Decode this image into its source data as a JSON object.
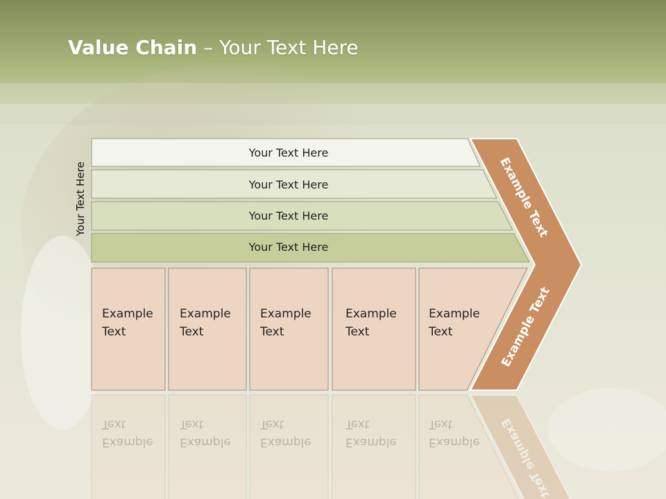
{
  "slide": {
    "title_bold": "Value Chain",
    "title_rest": " – Your Text Here",
    "side_label": "Your Text Here",
    "bars": [
      {
        "label": "Your Text Here",
        "color": "#f3f4ec"
      },
      {
        "label": "Your Text Here",
        "color": "#e6e9d6"
      },
      {
        "label": "Your Text Here",
        "color": "#d8dfbd"
      },
      {
        "label": "Your Text Here",
        "color": "#c6cf9c"
      }
    ],
    "boxes": [
      {
        "line1": "Example",
        "line2": "Text"
      },
      {
        "line1": "Example",
        "line2": "Text"
      },
      {
        "line1": "Example",
        "line2": "Text"
      },
      {
        "line1": "Example",
        "line2": "Text"
      },
      {
        "line1": "Example",
        "line2": "Text"
      }
    ],
    "arrow_top_label": "Example Text",
    "arrow_bottom_label": "Example Text",
    "colors": {
      "header_green": "#98a86a",
      "box_fill": "#ecd6c2",
      "box_border": "#9a8e80",
      "arrow_fill": "#c98f61",
      "arrow_border": "#ffffff"
    }
  }
}
